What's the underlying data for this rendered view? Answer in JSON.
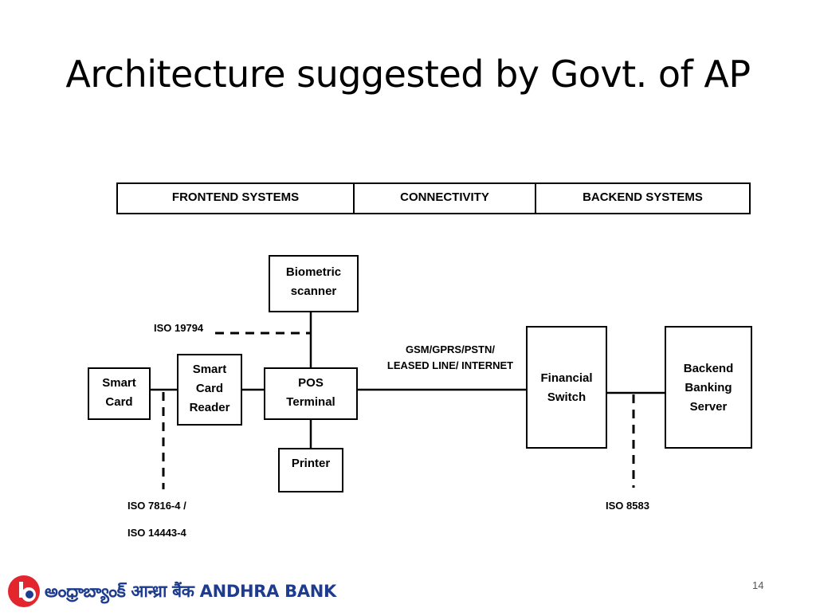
{
  "slide": {
    "title": "Architecture suggested by Govt. of AP",
    "page_number": "14"
  },
  "header": {
    "frontend": "FRONTEND SYSTEMS",
    "connectivity": "CONNECTIVITY",
    "backend": "BACKEND SYSTEMS"
  },
  "nodes": {
    "biometric": "Biometric\nscanner",
    "smart_card": "Smart\nCard",
    "card_reader": "Smart\nCard\nReader",
    "pos": "POS\nTerminal",
    "printer": "Printer",
    "switch": "Financial\nSwitch",
    "backend": "Backend\nBanking\nServer"
  },
  "labels": {
    "iso_biometric": "ISO  19794",
    "network": "GSM/GPRS/PSTN/\nLEASED LINE/ INTERNET",
    "iso_card_1": "ISO 7816-4 /",
    "iso_card_2": "ISO 14443-4",
    "iso_switch": "ISO  8583"
  },
  "logo": {
    "brand_text": "అంధ్రాబ్యాంక్ आन्ध्रा बैंक ANDHRA BANK",
    "colors": {
      "red": "#e3262d",
      "blue": "#1d3c8f"
    }
  }
}
